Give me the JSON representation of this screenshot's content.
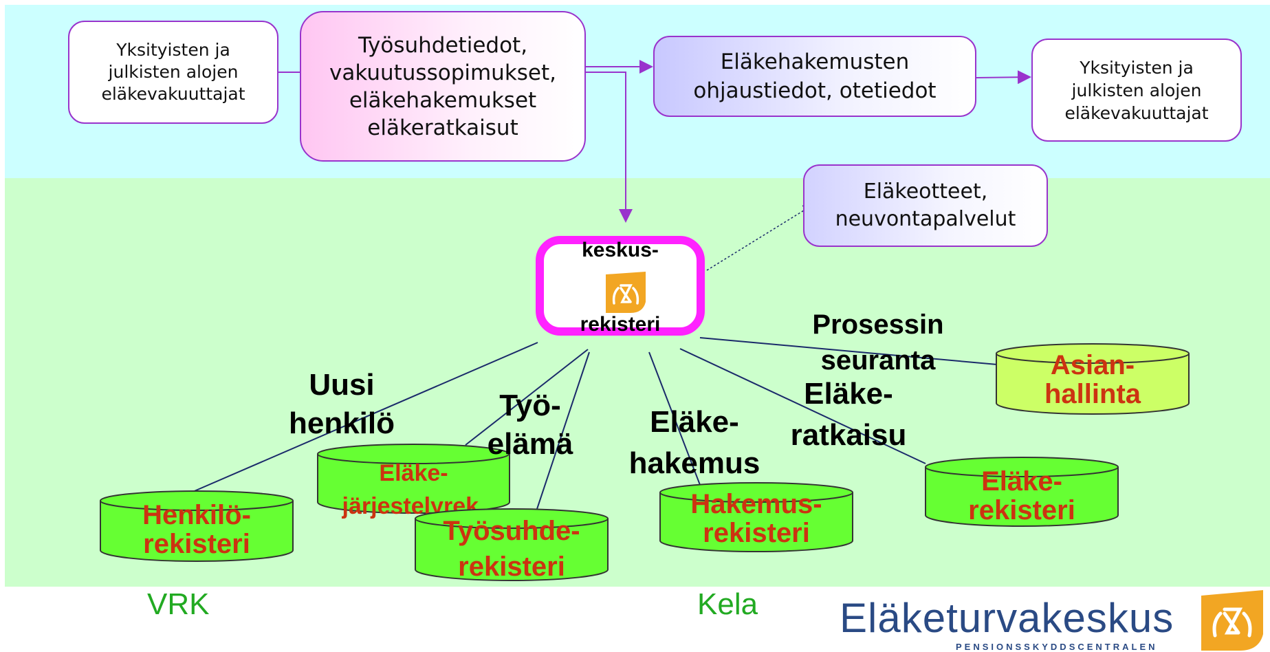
{
  "boxes": {
    "left_insurers": "Yksityisten ja\njulkisten alojen\neläkevakuuttajat",
    "employment_data": "Työsuhdetiedot,\nvakuutussopimukset,\neläkehakemukset\neläkeratkaisut",
    "guidance_data": "Eläkehakemusten\nohjaustiedot, otetiedot",
    "right_insurers": "Yksityisten ja\njulkisten alojen\neläkevakuuttajat",
    "pension_statements": "Eläkeotteet,\nneuvontapalvelut"
  },
  "central": {
    "top_text": "keskus-",
    "bottom_text": "rekisteri",
    "logo_icon": "etk-logo-icon"
  },
  "databases": {
    "henkilo": "Henkilö-\nrekisteri",
    "jarjestely": "Eläke-\njärjestelyrek.",
    "tyosuhde": "Työsuhde-\nrekisteri",
    "hakemus": "Hakemus-\nrekisteri",
    "elake": "Eläke-\nrekisteri",
    "asian": "Asian-\nhallinta"
  },
  "process_labels": {
    "uusi_henkilo": "Uusi\nhenkilö",
    "tyoelama": "Työ-\nelämä",
    "elakehakemus": "Eläke-\nhakemus",
    "elakeratkaisu": "Eläke-\nratkaisu",
    "prosessin_seuranta": "Prosessin\nseuranta"
  },
  "external_labels": {
    "vrk": "VRK",
    "kela": "Kela"
  },
  "brand": {
    "name": "Eläketurvakeskus",
    "subtitle": "PENSIONSSKYDDSCENTRALEN",
    "logo_icon": "etk-logo-icon"
  },
  "colors": {
    "top_band": "#ccffff",
    "middle_band": "#ccffcc",
    "box_border": "#9933cc",
    "central_border": "#ff22ff",
    "db_green": "#66ff33",
    "db_yellowgreen": "#ccff66",
    "db_text": "#cc3311",
    "external_label": "#22aa22",
    "brand_blue": "#2a4a84",
    "logo_orange": "#f2a623"
  }
}
